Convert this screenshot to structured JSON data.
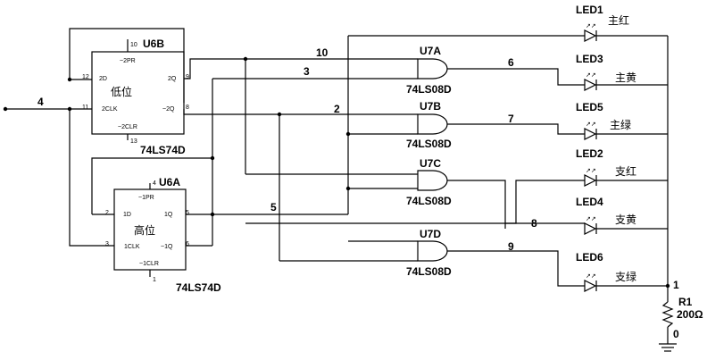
{
  "u6b": {
    "ref": "U6B",
    "part": "74LS74D",
    "label": "低位",
    "pins": {
      "pr_num": "10",
      "pr": "~2PR",
      "d": "2D",
      "d_num": "12",
      "clk": "2CLK",
      "clk_num": "11",
      "q": "2Q",
      "q_num": "9",
      "qn": "~2Q",
      "qn_num": "8",
      "clr": "~2CLR",
      "clr_num": "13"
    }
  },
  "u6a": {
    "ref": "U6A",
    "part": "74LS74D",
    "label": "高位",
    "pins": {
      "pr_num": "4",
      "pr": "~1PR",
      "d": "1D",
      "d_num": "2",
      "clk": "1CLK",
      "clk_num": "3",
      "q": "1Q",
      "q_num": "5",
      "qn": "~1Q",
      "qn_num": "6",
      "clr": "~1CLR",
      "clr_num": "1"
    }
  },
  "gates": [
    {
      "ref": "U7A",
      "part": "74LS08D"
    },
    {
      "ref": "U7B",
      "part": "74LS08D"
    },
    {
      "ref": "U7C",
      "part": "74LS08D"
    },
    {
      "ref": "U7D",
      "part": "74LS08D"
    }
  ],
  "leds": [
    {
      "ref": "LED1",
      "label": "主红"
    },
    {
      "ref": "LED3",
      "label": "主黄"
    },
    {
      "ref": "LED5",
      "label": "主绿"
    },
    {
      "ref": "LED2",
      "label": "支红"
    },
    {
      "ref": "LED4",
      "label": "支黄"
    },
    {
      "ref": "LED6",
      "label": "支绿"
    }
  ],
  "nets": {
    "n4": "4",
    "n10": "10",
    "n3": "3",
    "n2": "2",
    "n5": "5",
    "n6": "6",
    "n7": "7",
    "n8": "8",
    "n9": "9",
    "n1": "1",
    "n0": "0"
  },
  "resistor": {
    "ref": "R1",
    "value": "200Ω"
  }
}
